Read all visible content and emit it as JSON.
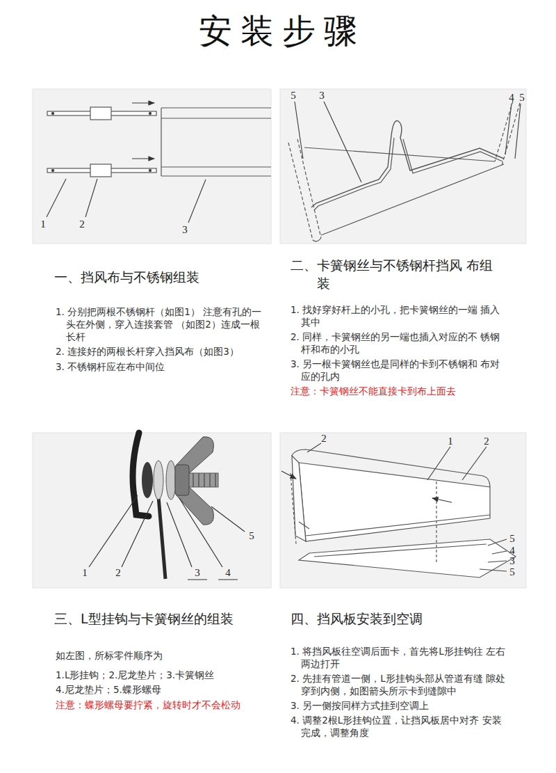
{
  "diagram": {
    "title": "安装步骤",
    "labels": [
      "1",
      "2",
      "3",
      "5",
      "3",
      "4",
      "5",
      "一、挡风布与不锈钢组装",
      "1. 分别把两根不锈钢杆（如图1） 注意有孔的一头在外侧，穿入连接套管 （如图2）连成一根长杆",
      "2. 连接好的两根长杆穿入挡风布（如图3）",
      "3. 不锈钢杆应在布中间位",
      "二、卡簧钢丝与不锈钢杆挡风 布组装",
      "1. 找好穿好杆上的小孔，把卡簧钢丝的一端 插入其中",
      "2. 同样，卡簧钢丝的另一端也插入对应的不 锈钢杆和布的小孔",
      "3. 另一根卡簧钢丝也是同样的卡到不锈钢和 布对应的孔内",
      "注意：卡簧钢丝不能直接卡到布上面去",
      "1",
      "2",
      "3",
      "4",
      "5",
      "2",
      "1",
      "2",
      "5",
      "4",
      "3",
      "5",
      "三、L型挂钩与卡簧钢丝的组装",
      "如左图，所标零件顺序为",
      "1.L形挂钩；2.尼龙垫片；3.卡簧钢丝",
      "4.尼龙垫片；5.蝶形螺母",
      "注意：蝶形螺母要拧紧，旋转时才不会松动",
      "四、挡风板安装到空调",
      "1. 将挡风板往空调后面卡，首先将L形挂钩往 左右两边打开",
      "2. 先挂有管道一侧，L形挂钩头部从管道有缝 隙处穿到内侧，如图箭头所示卡到缝隙中",
      "3. 另一侧按同样方式挂到空调上",
      "4. 调整2根L形挂钩位置，让挡风板居中对齐 安装完成，调整角度"
    ]
  }
}
